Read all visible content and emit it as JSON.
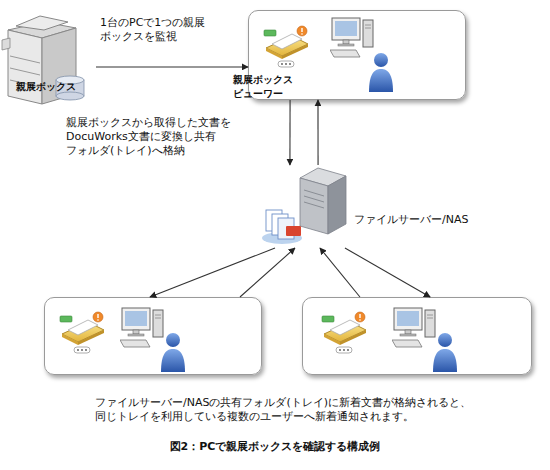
{
  "diagram": {
    "caption": "図2：PCで親展ボックスを確認する構成例",
    "nodes": [
      {
        "text": [
          "親展ボックス"
        ]
      },
      {
        "text": [
          "親展ボックス ビューワー"
        ]
      },
      {
        "text": [
          "ファイルサーバー/NAS"
        ]
      },
      {
        "text": []
      },
      {
        "text": []
      }
    ],
    "edges": [
      {
        "from": 0,
        "to": 1,
        "arrow": "to",
        "label": "1台のPCで1つの親展 ボックスを監視"
      },
      {
        "from": 1,
        "to": 2,
        "arrow": "to",
        "label": "親展ボックスから取得した文書を DocuWorks文書に変換し共有 フォルダ(トレイ)へ格納"
      },
      {
        "from": 2,
        "to": 1,
        "arrow": "to"
      },
      {
        "from": 2,
        "to": 3,
        "arrow": "to"
      },
      {
        "from": 3,
        "to": 2,
        "arrow": "to"
      },
      {
        "from": 2,
        "to": 4,
        "arrow": "to"
      },
      {
        "from": 4,
        "to": 2,
        "arrow": "to"
      }
    ],
    "labels": [
      "ファイルサーバー/NASの共有フォルダ(トレイ)に新着文書が格納されると、 同じトレイを利用している複数のユーザーへ新着通知されます。"
    ]
  }
}
